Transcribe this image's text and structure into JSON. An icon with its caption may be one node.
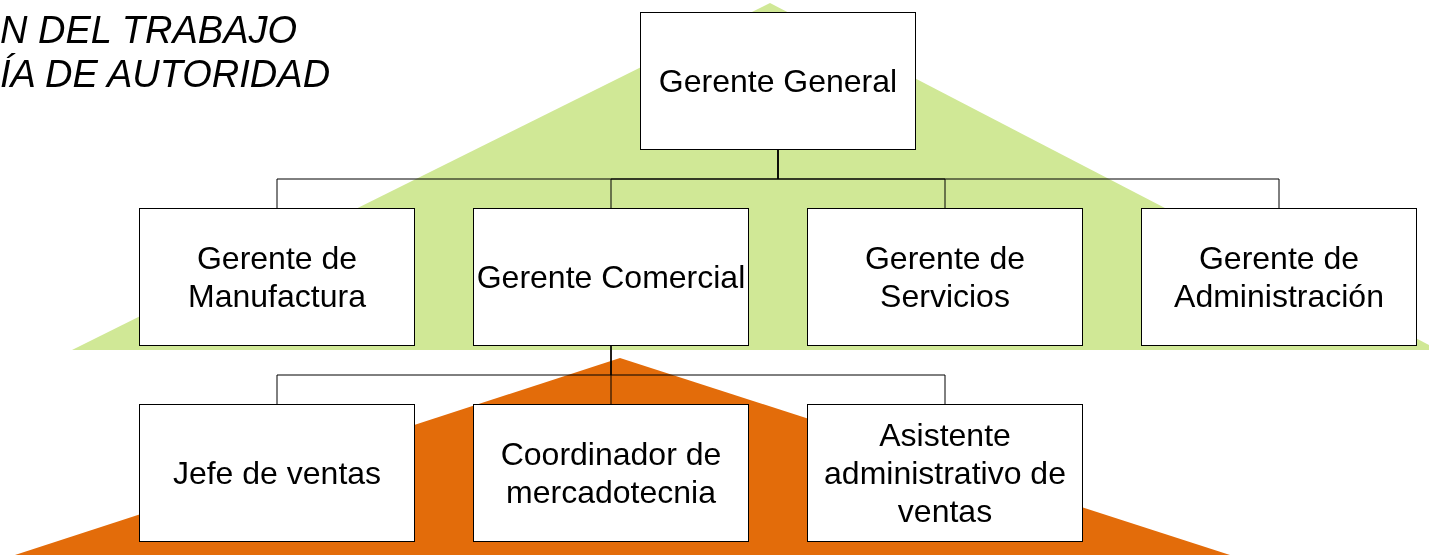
{
  "diagram": {
    "nodes": [
      {
        "text": [
          "Gerente General"
        ]
      },
      {
        "text": [
          "Gerente de Manufactura"
        ]
      },
      {
        "text": [
          "Gerente Comercial"
        ]
      },
      {
        "text": [
          "Gerente de Servicios"
        ]
      },
      {
        "text": [
          "Gerente de Administración"
        ]
      },
      {
        "text": [
          "Jefe de ventas"
        ]
      },
      {
        "text": [
          "Coordinador de mercadotecnia"
        ]
      },
      {
        "text": [
          "Asistente administrativo de ventas"
        ]
      }
    ],
    "edges": [
      {
        "from": 0,
        "to": 1,
        "arrow": "none"
      },
      {
        "from": 0,
        "to": 2,
        "arrow": "none"
      },
      {
        "from": 0,
        "to": 3,
        "arrow": "none"
      },
      {
        "from": 0,
        "to": 4,
        "arrow": "none"
      },
      {
        "from": 2,
        "to": 5,
        "arrow": "none"
      },
      {
        "from": 2,
        "to": 6,
        "arrow": "none"
      },
      {
        "from": 2,
        "to": 7,
        "arrow": "none"
      }
    ],
    "labels": [
      "N DEL TRABAJO",
      "ÍA DE AUTORIDAD"
    ]
  }
}
